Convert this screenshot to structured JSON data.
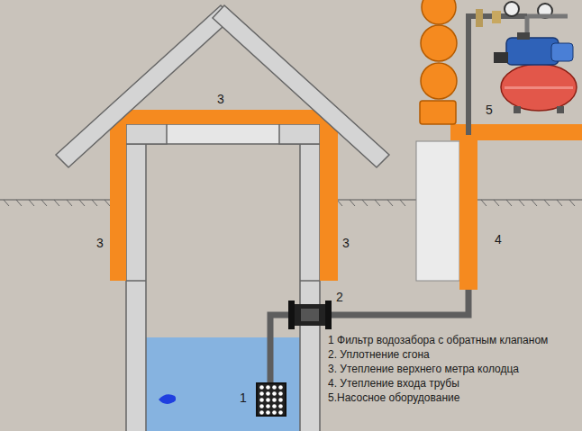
{
  "diagram": {
    "labels": [
      "3",
      "5",
      "3",
      "3",
      "4",
      "2",
      "1 Фильтр водозабора с обратным клапаном",
      "2. Уплотнение сгона",
      "3. Утепление верхнего метра колодца",
      "4. Утепление входа трубы",
      "5.Насосное оборудование",
      "1"
    ]
  }
}
